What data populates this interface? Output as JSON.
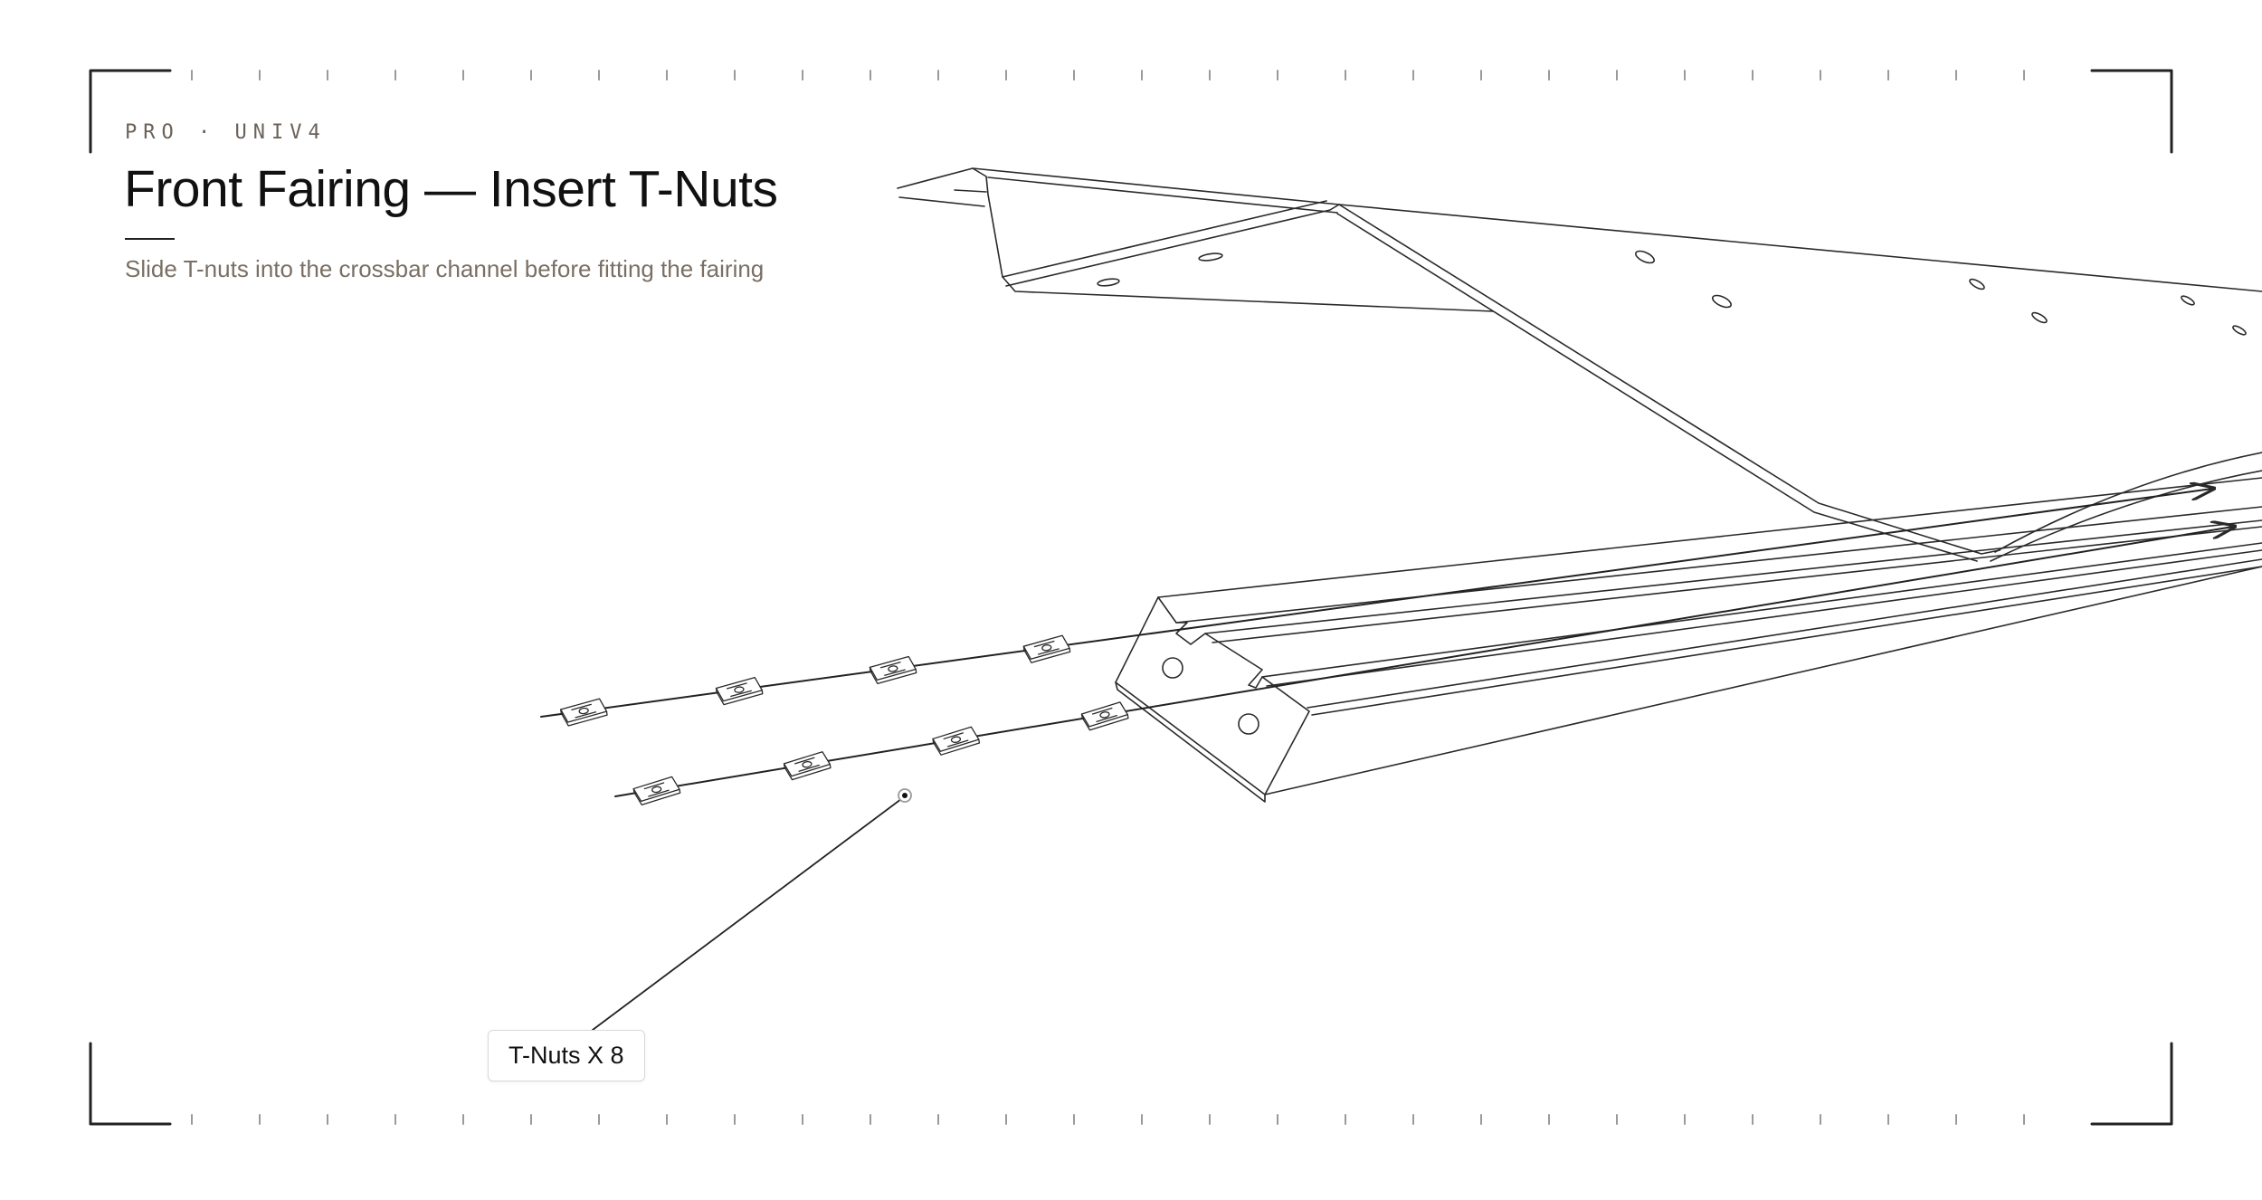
{
  "header": {
    "eyebrow": "PRO · UNIV4",
    "title": "Front Fairing — Insert T-Nuts",
    "subtitle": "Slide T-nuts into the crossbar channel before fitting the fairing"
  },
  "callouts": [
    {
      "label": "T-Nuts X 8"
    }
  ],
  "parts": {
    "t_nut_count": 8
  },
  "colors": {
    "ink": "#111111",
    "line": "#2a2a2a",
    "muted": "#7a6f64",
    "eyebrow": "#6b6259",
    "frame": "#222222"
  }
}
